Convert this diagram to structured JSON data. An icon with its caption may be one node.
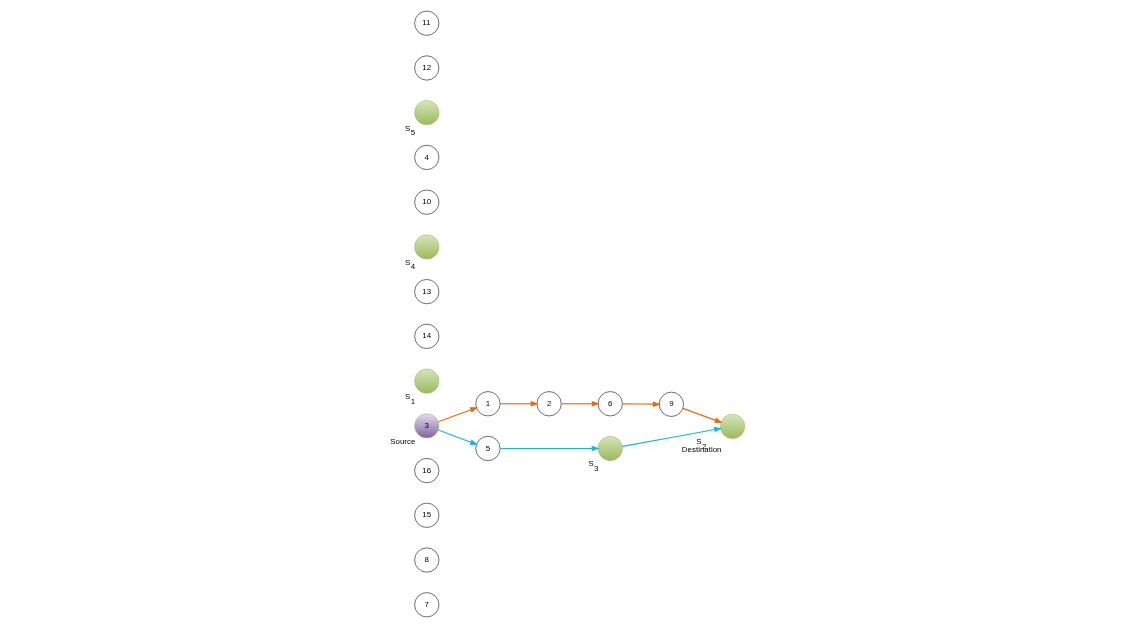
{
  "diagram": {
    "nodes": [
      {
        "text": [
          "7"
        ]
      },
      {
        "text": [
          "8"
        ]
      },
      {
        "text": [
          "15"
        ]
      },
      {
        "text": [
          "16"
        ]
      },
      {
        "text": [
          "2"
        ]
      },
      {
        "text": [
          "1"
        ]
      },
      {
        "text": [],
        "shape": "circle",
        "beside": [
          "S$_{1}$"
        ]
      },
      {
        "text": [],
        "shape": "circle",
        "beside": [
          "S$_{2}$",
          "Destination"
        ]
      },
      {
        "text": [
          "6"
        ]
      },
      {
        "text": [
          "9"
        ]
      },
      {
        "text": [
          "14"
        ]
      },
      {
        "text": [
          "3"
        ],
        "beside": [
          "Source"
        ]
      },
      {
        "text": [],
        "shape": "circle",
        "beside": [
          "S$_{3}$"
        ]
      },
      {
        "text": [
          "13"
        ]
      },
      {
        "text": [],
        "shape": "circle",
        "beside": [
          "S$_{4}$"
        ]
      },
      {
        "text": [
          "5"
        ]
      },
      {
        "text": [
          "10"
        ]
      },
      {
        "text": [
          "4"
        ]
      },
      {
        "text": [],
        "shape": "circle",
        "beside": [
          "S$_{5}$"
        ]
      },
      {
        "text": [
          "12"
        ]
      },
      {
        "text": [
          "11"
        ]
      }
    ],
    "edges": [
      {
        "from": 11,
        "to": 5,
        "arrow": "to"
      },
      {
        "from": 5,
        "to": 4,
        "arrow": "to"
      },
      {
        "from": 4,
        "to": 8,
        "arrow": "to"
      },
      {
        "from": 8,
        "to": 9,
        "arrow": "to"
      },
      {
        "from": 9,
        "to": 7,
        "arrow": "to"
      },
      {
        "from": 11,
        "to": 15,
        "arrow": "to",
        "color": "#1cb0e6"
      },
      {
        "from": 15,
        "to": 12,
        "arrow": "to",
        "color": "#1cb0e6"
      },
      {
        "from": 12,
        "to": 7,
        "arrow": "to",
        "color": "#1cb0e6"
      }
    ]
  }
}
